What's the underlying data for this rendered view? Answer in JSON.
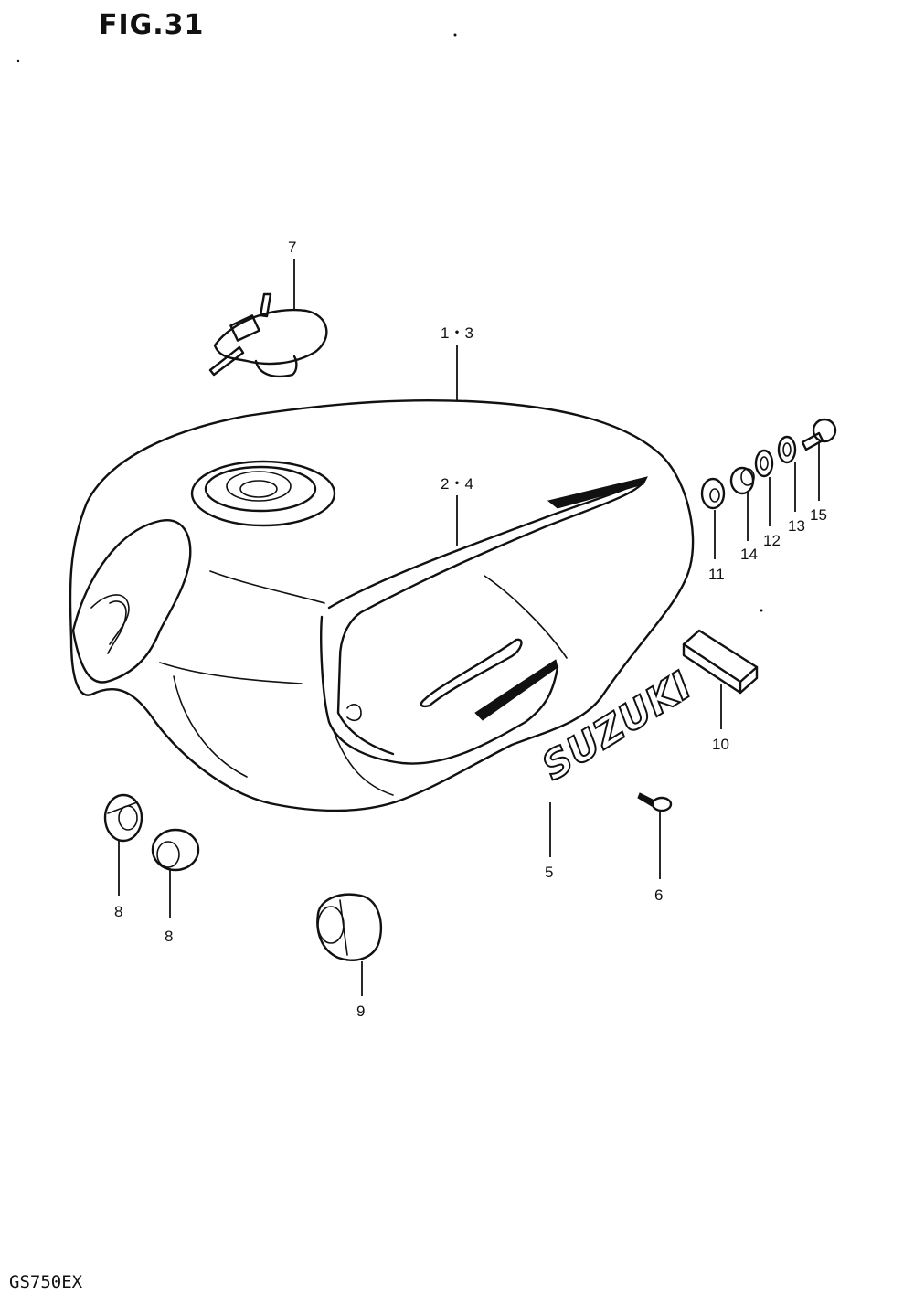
{
  "figure": {
    "title": "FIG.31",
    "model_code": "GS750EX"
  },
  "logo_text": "SUZUKI",
  "callouts": {
    "fuel_tank": "1・3",
    "tank_stripe": "2・4",
    "emblem": "5",
    "emblem_screw": "6",
    "fuel_cap": "7",
    "cushion_a": "8",
    "cushion_b": "8",
    "rear_cushion": "9",
    "tank_pad": "10",
    "cushion_11": "11",
    "spacer_14": "14",
    "washer_12": "12",
    "washer_13": "13",
    "bolt_15": "15"
  },
  "colors": {
    "ink": "#111111",
    "paper": "#ffffff"
  }
}
